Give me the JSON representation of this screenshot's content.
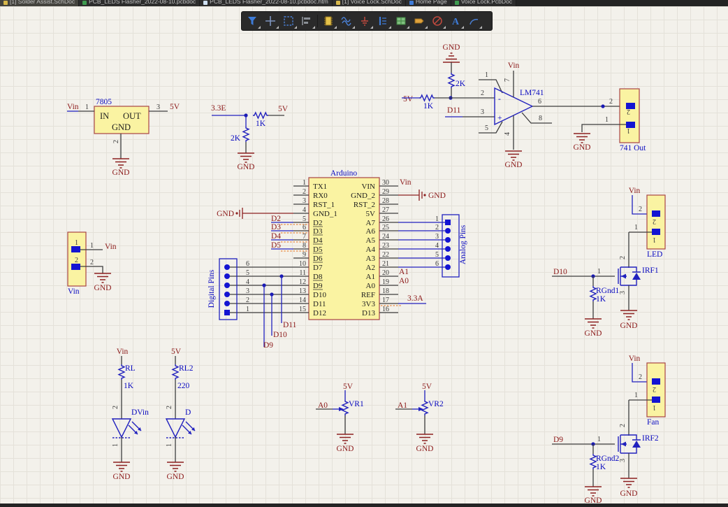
{
  "tabs": [
    {
      "label": "[1] Solder Assist.SchDoc"
    },
    {
      "label": "PCB_LEDS Flasher_2022-08-10.pcbdoc"
    },
    {
      "label": "PCB_LEDS Flasher_2022-08-10.pcbdoc.htm"
    },
    {
      "label": "[1] Voice Lock.SchDoc"
    },
    {
      "label": "Home Page"
    },
    {
      "label": "Voice Lock.PcbDoc"
    }
  ],
  "toolbar": {
    "text_tool_glyph": "A"
  },
  "pn": {
    "1": "1",
    "2": "2",
    "3": "3",
    "4": "4",
    "5": "5",
    "6": "6",
    "7": "7",
    "8": "8",
    "9": "9"
  },
  "nets": {
    "vin": "Vin",
    "v5": "5V",
    "gnd": "GND",
    "v33e": "3.3E",
    "v33a": "3.3A",
    "d2": "D2",
    "d3": "D3",
    "d4": "D4",
    "d5": "D5",
    "d9": "D9",
    "d10": "D10",
    "d11": "D11",
    "a0": "A0",
    "a1": "A1"
  },
  "comps": {
    "reg": {
      "des": "7805",
      "in": "IN",
      "out": "OUT",
      "gnd": "GND"
    },
    "div": {
      "r1": "1K",
      "r2": "2K"
    },
    "opamp": {
      "des": "LM741",
      "minus": "-",
      "plus": "+",
      "rtop": "2K",
      "rleft": "1K"
    },
    "out741": {
      "label": "741 Out"
    },
    "arduino": {
      "des": "Arduino",
      "left": [
        {
          "n": "1",
          "name": "TX1"
        },
        {
          "n": "2",
          "name": "RX0"
        },
        {
          "n": "3",
          "name": "RST_1"
        },
        {
          "n": "4",
          "name": "GND_1"
        },
        {
          "n": "5",
          "name": "D2"
        },
        {
          "n": "6",
          "name": "D3"
        },
        {
          "n": "7",
          "name": "D4"
        },
        {
          "n": "8",
          "name": "D5"
        },
        {
          "n": "9",
          "name": "D6"
        },
        {
          "n": "10",
          "name": "D7"
        },
        {
          "n": "11",
          "name": "D8"
        },
        {
          "n": "12",
          "name": "D9"
        },
        {
          "n": "13",
          "name": "D10"
        },
        {
          "n": "14",
          "name": "D11"
        },
        {
          "n": "15",
          "name": "D12"
        }
      ],
      "right": [
        {
          "n": "30",
          "name": "VIN"
        },
        {
          "n": "29",
          "name": "GND_2"
        },
        {
          "n": "28",
          "name": "RST_2"
        },
        {
          "n": "27",
          "name": "5V"
        },
        {
          "n": "26",
          "name": "A7"
        },
        {
          "n": "25",
          "name": "A6"
        },
        {
          "n": "24",
          "name": "A5"
        },
        {
          "n": "23",
          "name": "A4"
        },
        {
          "n": "22",
          "name": "A3"
        },
        {
          "n": "21",
          "name": "A2"
        },
        {
          "n": "20",
          "name": "A1"
        },
        {
          "n": "19",
          "name": "A0"
        },
        {
          "n": "18",
          "name": "REF"
        },
        {
          "n": "17",
          "name": "3V3"
        },
        {
          "n": "16",
          "name": "D13"
        }
      ]
    },
    "digital": {
      "label": "Digital Pins"
    },
    "analog": {
      "label": "Analog Pins"
    },
    "vinconn": {
      "label": "Vin"
    },
    "led1": {
      "r": "RL",
      "rv": "1K",
      "d": "DVin"
    },
    "led2": {
      "r": "RL2",
      "rv": "220",
      "d": "D"
    },
    "vr1": {
      "des": "VR1"
    },
    "vr2": {
      "des": "VR2"
    },
    "ledconn": {
      "label": "LED"
    },
    "fanconn": {
      "label": "Fan"
    },
    "q1": {
      "des": "IRF1",
      "r": "RGnd1",
      "rv": "1K"
    },
    "q2": {
      "des": "IRF2",
      "r": "RGnd2",
      "rv": "1K"
    }
  }
}
